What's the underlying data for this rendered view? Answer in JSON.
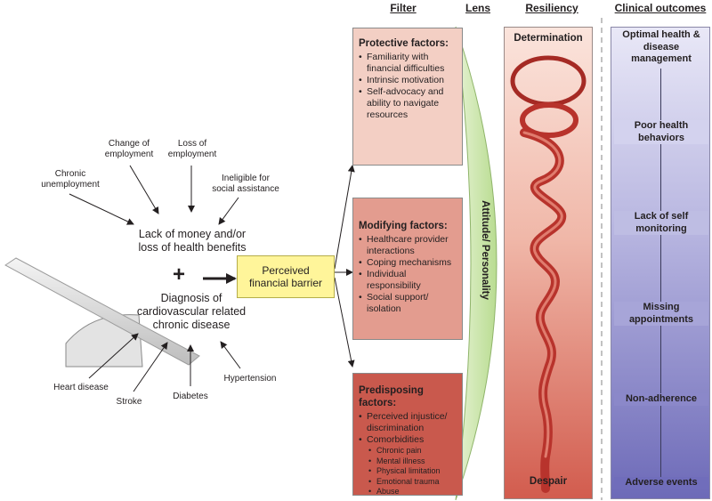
{
  "headers": {
    "filter": "Filter",
    "lens": "Lens",
    "resiliency": "Resiliency",
    "outcomes": "Clinical outcomes"
  },
  "causes": {
    "chronic_unemployment": "Chronic unemployment",
    "change_of_employment": "Change of employment",
    "loss_of_employment": "Loss of employment",
    "ineligible": "Ineligible for social assistance"
  },
  "lack_of_money": "Lack of money and/or loss of health benefits",
  "plus": "+",
  "diagnosis": "Diagnosis of cardiovascular related chronic disease",
  "diseases": {
    "heart_disease": "Heart disease",
    "stroke": "Stroke",
    "diabetes": "Diabetes",
    "hypertension": "Hypertension"
  },
  "barrier": "Perceived financial barrier",
  "filters": [
    {
      "title": "Protective factors:",
      "items": [
        "Familiarity with financial difficulties",
        "Intrinsic motivation",
        "Self-advocacy and ability to navigate resources"
      ]
    },
    {
      "title": "Modifying factors:",
      "items": [
        "Healthcare provider interactions",
        "Coping mechanisms",
        "Individual responsibility",
        "Social support/ isolation"
      ]
    },
    {
      "title": "Predisposing factors:",
      "items": [
        "Perceived injustice/ discrimination",
        "Comorbidities"
      ],
      "subitems": [
        "Chronic pain",
        "Mental illness",
        "Physical limitation",
        "Emotional trauma",
        "Abuse"
      ]
    }
  ],
  "lens_label": "Attitude/ Personality",
  "resiliency": {
    "top": "Determination",
    "bottom": "Despair"
  },
  "outcomes": [
    "Optimal health & disease management",
    "Poor health behaviors",
    "Lack of self monitoring",
    "Missing appointments",
    "Non-adherence",
    "Adverse events"
  ],
  "colors": {
    "protective_bg": "#f3cfc4",
    "modifying_bg": "#e39c8f",
    "predisposing_bg": "#c9594d",
    "lens_fill": "#c9e4a7",
    "barrier_bg": "#fff59a",
    "outcomes_bg": "#6d6ab8",
    "ribbon": "#b8332c"
  }
}
